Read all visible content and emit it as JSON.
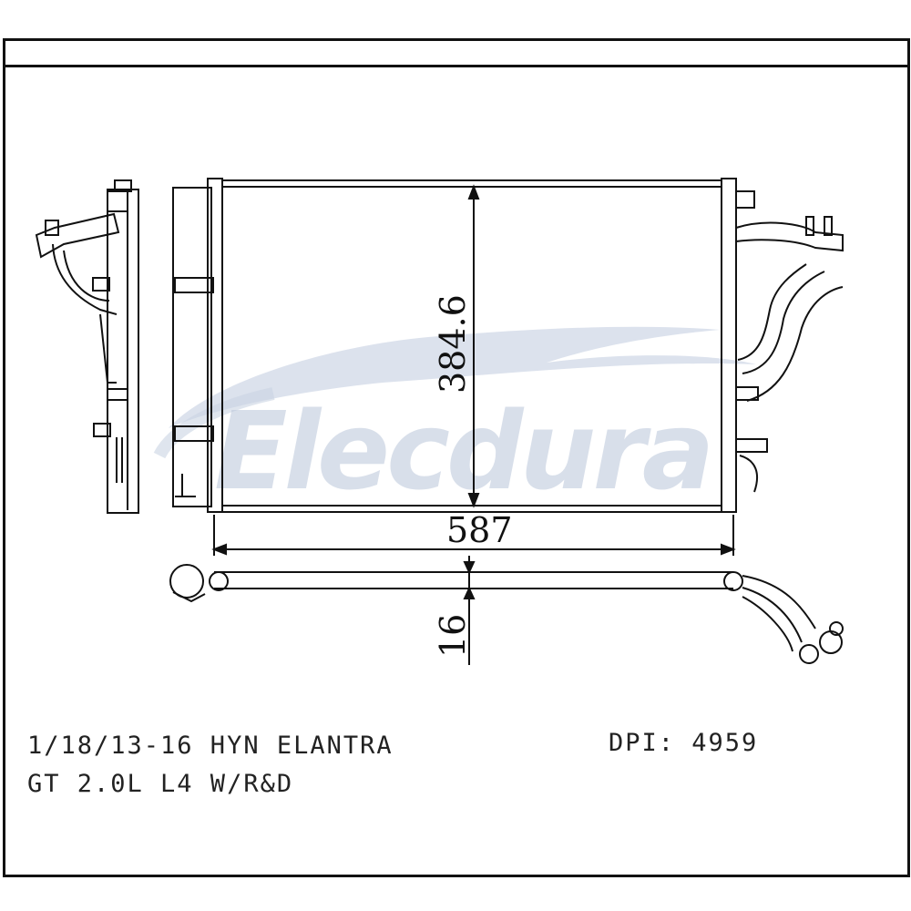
{
  "brand": {
    "watermark": "Elecdura"
  },
  "dimensions": {
    "height": "384.6",
    "width": "587",
    "thickness": "16"
  },
  "caption": {
    "line1": "1/18/13-16 HYN ELANTRA",
    "line2": "GT 2.0L L4   W/R&D",
    "dpi": "DPI: 4959"
  },
  "colors": {
    "line": "#111111",
    "watermark": "#b9c5d9"
  }
}
